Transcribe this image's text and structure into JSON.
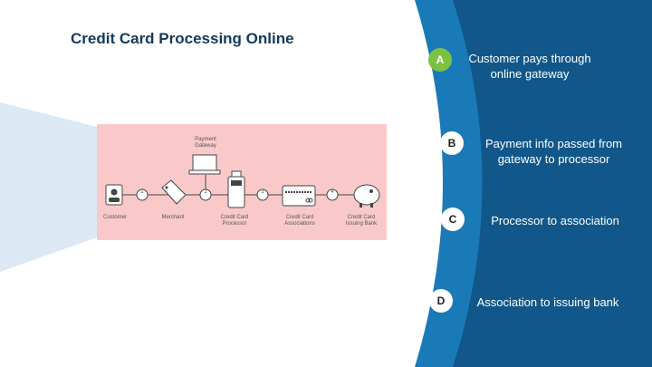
{
  "title": "Credit Card Processing Online",
  "colors": {
    "accent_green": "#7cc242",
    "blue_light": "#1a7ab8",
    "blue_dark": "#115789",
    "panel_bg": "#f9c9c9",
    "title": "#123a5c"
  },
  "diagram": {
    "nodes": [
      {
        "label": "Customer",
        "icon": "customer-card-icon"
      },
      {
        "label": "Merchant",
        "icon": "price-tag-icon"
      },
      {
        "label": "Credit Card Processor",
        "icon": "card-terminal-icon"
      },
      {
        "label": "Credit Card Associations",
        "icon": "credit-card-icon"
      },
      {
        "label": "Credit Card Issuing Bank",
        "icon": "piggy-bank-icon"
      }
    ],
    "gateway": {
      "label": "Payment Gateway",
      "icon": "laptop-icon"
    },
    "step_numbers": [
      "1",
      "2",
      "3",
      "4"
    ]
  },
  "steps": [
    {
      "letter": "A",
      "text": "Customer pays through online gateway"
    },
    {
      "letter": "B",
      "text": "Payment info passed from gateway to processor"
    },
    {
      "letter": "C",
      "text": "Processor to association"
    },
    {
      "letter": "D",
      "text": "Association to issuing bank"
    }
  ]
}
